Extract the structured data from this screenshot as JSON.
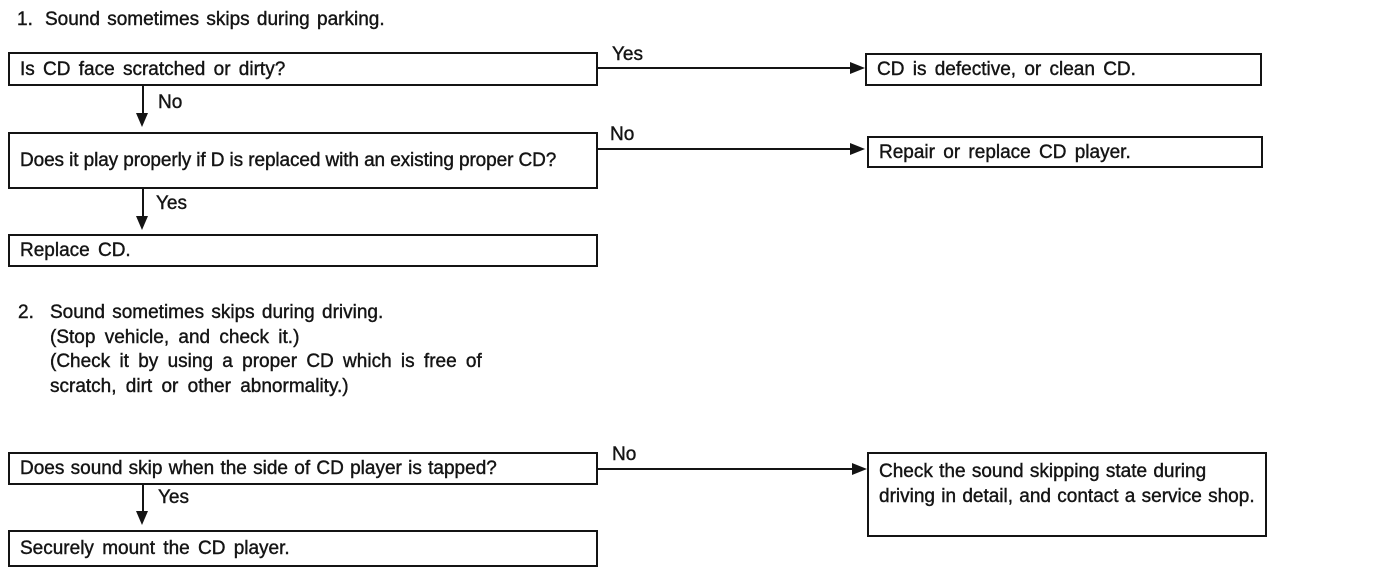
{
  "page": {
    "background": "#ffffff",
    "ink": "#141414"
  },
  "sections": {
    "s1": {
      "number": "1.",
      "title": "Sound sometimes skips during parking."
    },
    "s2": {
      "number": "2.",
      "title": "Sound sometimes skips during driving.",
      "note1": "(Stop vehicle, and check it.)",
      "note2": "(Check it by using a proper CD which is free of",
      "note3": "scratch, dirt or other abnormality.)"
    }
  },
  "flow1": {
    "q1": {
      "text": "Is CD face scratched or dirty?",
      "yes_label": "Yes",
      "no_label": "No"
    },
    "yes_result": "CD is defective, or clean CD.",
    "q2": {
      "text": "Does it play properly if D is replaced with an existing proper CD?",
      "no_label": "No",
      "yes_label": "Yes"
    },
    "no_result": "Repair or replace CD player.",
    "final": "Replace CD."
  },
  "flow2": {
    "q1": {
      "text": "Does sound skip when the side of CD player is tapped?",
      "no_label": "No",
      "yes_label": "Yes"
    },
    "no_result": "Check the sound skipping state during driving in detail, and contact a service shop.",
    "final": "Securely mount the CD player."
  }
}
